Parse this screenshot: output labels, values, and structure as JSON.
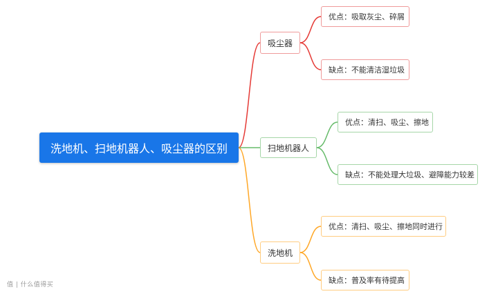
{
  "root": {
    "label": "洗地机、扫地机器人、吸尘器的区别"
  },
  "branches": [
    {
      "label": "吸尘器",
      "color": "#e53935",
      "pros": "优点：吸取灰尘、碎屑",
      "cons": "缺点：不能清洁湿垃圾"
    },
    {
      "label": "扫地机器人",
      "color": "#66bb6a",
      "pros": "优点：清扫、吸尘、擦地",
      "cons": "缺点：不能处理大垃圾、避障能力较差"
    },
    {
      "label": "洗地机",
      "color": "#ffa726",
      "pros": "优点：清扫、吸尘、擦地同时进行",
      "cons": "缺点：普及率有待提高"
    }
  ],
  "watermark": "值 | 什么值得买"
}
